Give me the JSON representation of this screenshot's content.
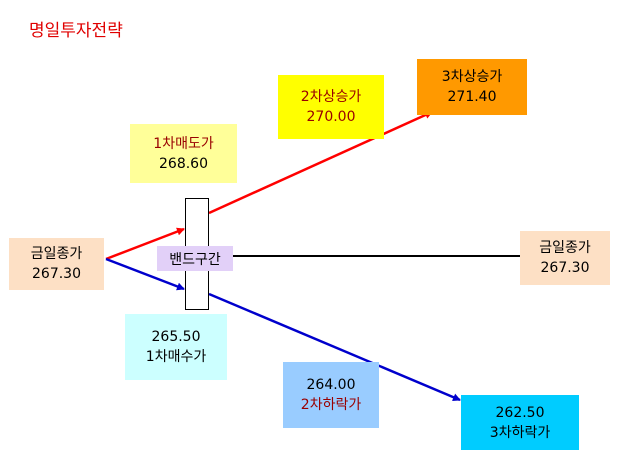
{
  "title": "명일투자전략",
  "band": {
    "label": "밴드구간"
  },
  "nodes": {
    "close_left": {
      "label": "금일종가",
      "value": "267.30",
      "color": "#fde0c5"
    },
    "close_right": {
      "label": "금일종가",
      "value": "267.30",
      "color": "#fde0c5"
    },
    "sell1": {
      "label": "1차매도가",
      "value": "268.60",
      "color": "#ffff99"
    },
    "rise2": {
      "label": "2차상승가",
      "value": "270.00",
      "color": "#ffff00"
    },
    "rise3": {
      "label": "3차상승가",
      "value": "271.40",
      "color": "#ff9900"
    },
    "buy1": {
      "value": "265.50",
      "label": "1차매수가",
      "color": "#ccffff"
    },
    "fall2": {
      "value": "264.00",
      "label": "2차하락가",
      "color": "#99ccff"
    },
    "fall3": {
      "value": "262.50",
      "label": "3차하락가",
      "color": "#00ccff"
    }
  },
  "colors": {
    "up": "#ff0000",
    "down": "#0000cc",
    "flat": "#000000"
  }
}
